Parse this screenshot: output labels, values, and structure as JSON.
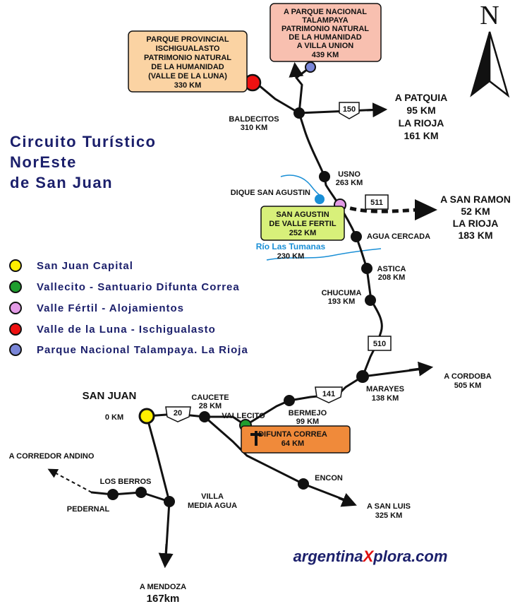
{
  "title": [
    "Circuito Turístico",
    "NorEste",
    "de San Juan"
  ],
  "north": "N",
  "legend": [
    {
      "label": "San Juan Capital",
      "color": "#ffee00"
    },
    {
      "label": "Vallecito - Santuario Difunta Correa",
      "color": "#1e9e2e"
    },
    {
      "label": "Valle Fértil - Alojamientos",
      "color": "#e39be6"
    },
    {
      "label": "Valle de la Luna - Ischigualasto",
      "color": "#ee1111"
    },
    {
      "label": "Parque Nacional Talampaya. La Rioja",
      "color": "#7a86d8"
    }
  ],
  "boxes": {
    "ischigualasto": [
      "PARQUE PROVINCIAL",
      "ISCHIGUALASTO",
      "PATRIMONIO NATURAL",
      "DE LA HUMANIDAD",
      "(VALLE DE LA LUNA)",
      "330 KM"
    ],
    "talampaya": [
      "A PARQUE NACIONAL",
      "TALAMPAYA",
      "PATRIMONIO NATURAL",
      "DE LA HUMANIDAD",
      "A VILLA UNION",
      "439 KM"
    ],
    "san_agustin": [
      "SAN AGUSTIN",
      "DE VALLE FERTIL",
      "252 KM"
    ],
    "difunta_correa": [
      "DIFUNTA CORREA",
      "64 KM"
    ]
  },
  "places": {
    "baldecitos": [
      "BALDECITOS",
      "310 KM"
    ],
    "usno": [
      "USNO",
      "263 KM"
    ],
    "dique": "DIQUE SAN AGUSTIN",
    "agua_cercada": "AGUA CERCADA",
    "rio": [
      "Río Las Tumanas",
      "230 KM"
    ],
    "astica": [
      "ASTICA",
      "208 KM"
    ],
    "chucuma": [
      "CHUCUMA",
      "193 KM"
    ],
    "marayes": [
      "MARAYES",
      "138 KM"
    ],
    "bermejo": [
      "BERMEJO",
      "99 KM"
    ],
    "vallecito": "VALLECITO",
    "caucete": [
      "CAUCETE",
      "28 KM"
    ],
    "san_juan": "SAN JUAN",
    "zero": "0 KM",
    "los_berros": "LOS BERROS",
    "pedernal": "PEDERNAL",
    "media_agua": [
      "VILLA",
      "MEDIA AGUA"
    ],
    "encon": "ENCON"
  },
  "destinations": {
    "patquia": [
      "A PATQUIA",
      "95 KM",
      "LA RIOJA",
      "161 KM"
    ],
    "san_ramon": [
      "A SAN RAMON",
      "52 KM",
      "LA RIOJA",
      "183 KM"
    ],
    "cordoba": [
      "A CORDOBA",
      "505 KM"
    ],
    "san_luis": [
      "A SAN LUIS",
      "325 KM"
    ],
    "corredor": "A CORREDOR ANDINO",
    "mendoza": [
      "A MENDOZA",
      "167km"
    ]
  },
  "routes": {
    "r150": "150",
    "r511": "511",
    "r510": "510",
    "r141": "141",
    "r20": "20"
  },
  "brand": {
    "part1": "argentina",
    "part2": "X",
    "part3": "plora.com"
  }
}
